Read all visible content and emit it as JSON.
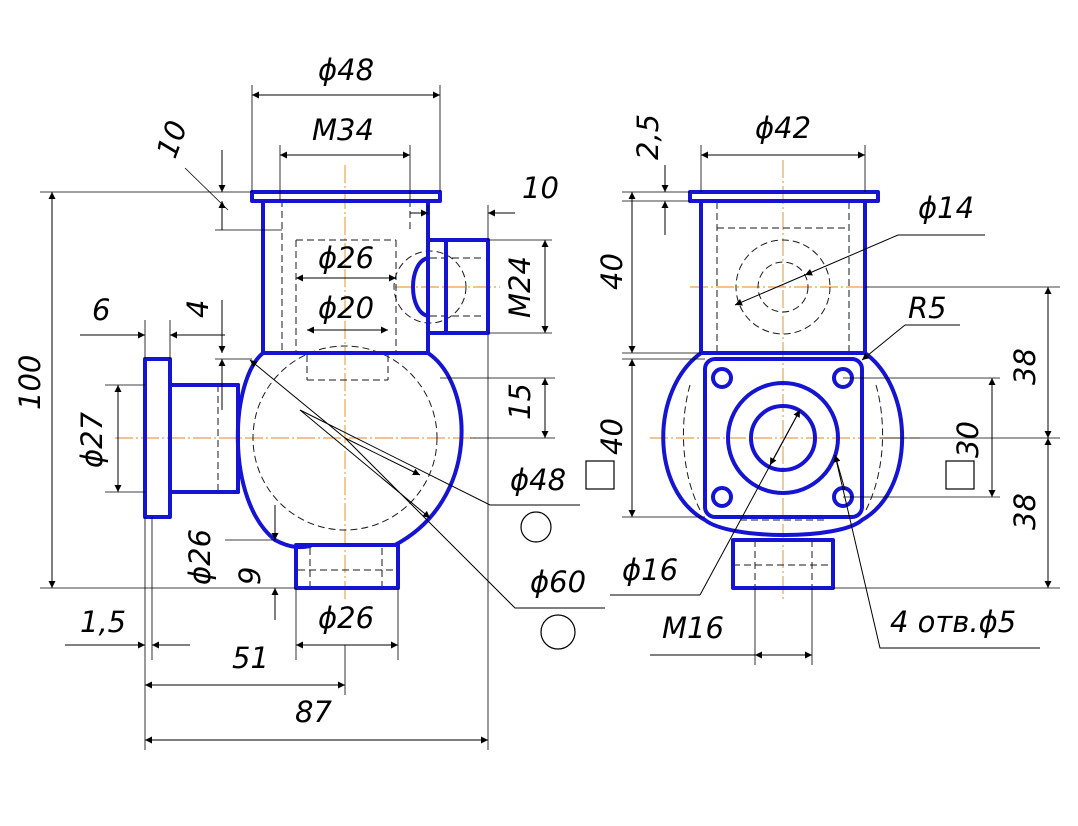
{
  "dimensions": {
    "front": {
      "d48_top": "ϕ48",
      "m34": "M34",
      "len10_top": "10",
      "len10_right": "10",
      "d26_upper": "ϕ26",
      "d20": "ϕ20",
      "m24": "M24",
      "len6": "6",
      "len4": "4",
      "len100": "100",
      "d27": "ϕ27",
      "len15": "15",
      "d48_mid": "ϕ48",
      "d26_left": "ϕ26",
      "len9": "9",
      "d60": "ϕ60",
      "len1_5": "1,5",
      "d26_bottom": "ϕ26",
      "len51": "51",
      "len87": "87"
    },
    "side": {
      "len2_5": "2,5",
      "d42": "ϕ42",
      "d14": "ϕ14",
      "len40_top": "40",
      "r5": "R5",
      "len38_top": "38",
      "len40_mid": "40",
      "len30": "30",
      "len38_bottom": "38",
      "d16": "ϕ16",
      "m16": "M16",
      "holes": "4 отв.ϕ5"
    }
  }
}
